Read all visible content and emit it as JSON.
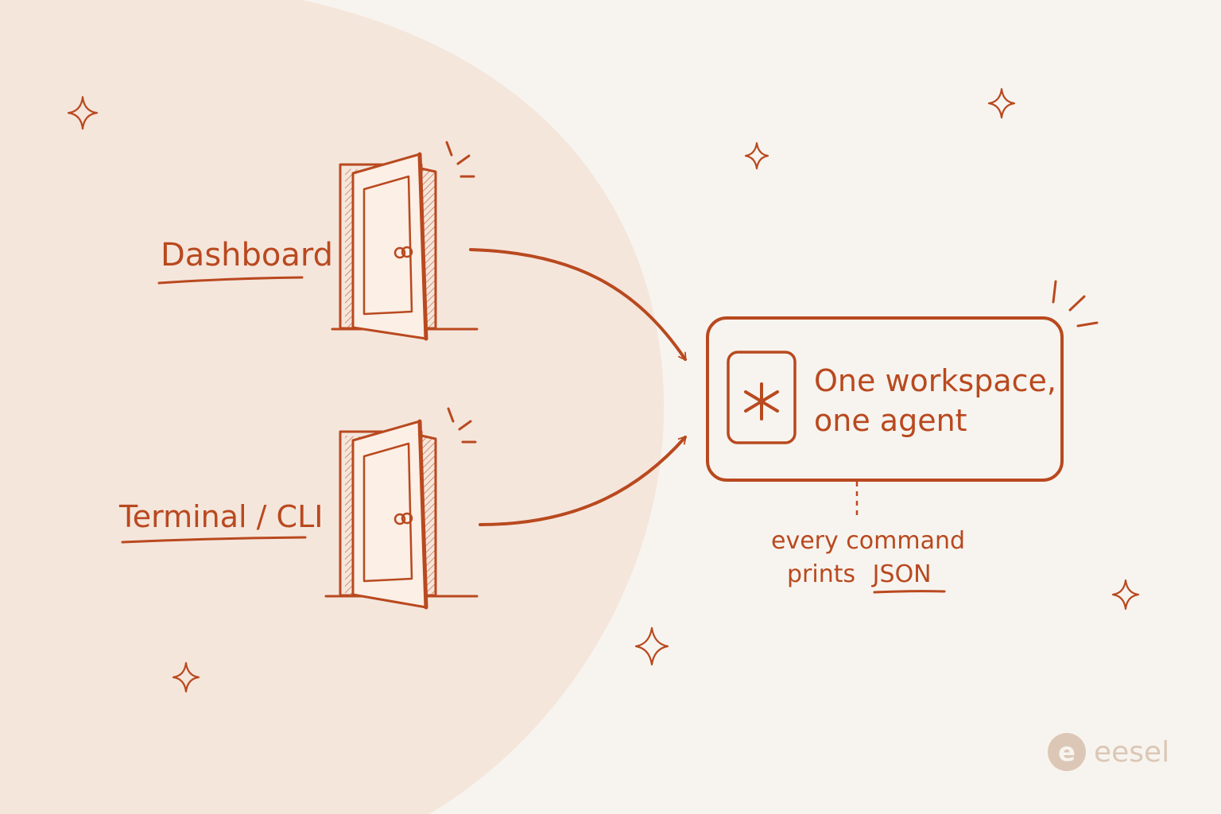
{
  "labels": {
    "dashboard": "Dashboard",
    "terminal": "Terminal / CLI",
    "workspace_line1": "One workspace,",
    "workspace_line2": "one agent",
    "note_line1": "every command",
    "note_line2_prefix": "prints",
    "note_line2_highlight": "JSON"
  },
  "logo": {
    "text": "eesel",
    "mark": "e"
  },
  "icons": {
    "door_top": "open-door-icon",
    "door_bottom": "open-door-icon",
    "agent": "asterisk-icon",
    "sparkles": "sparkle-icon"
  },
  "colors": {
    "background": "#f7f4ef",
    "blob": "#f5e6dc",
    "ink": "#b9491f",
    "logo": "#dcc7b6"
  }
}
